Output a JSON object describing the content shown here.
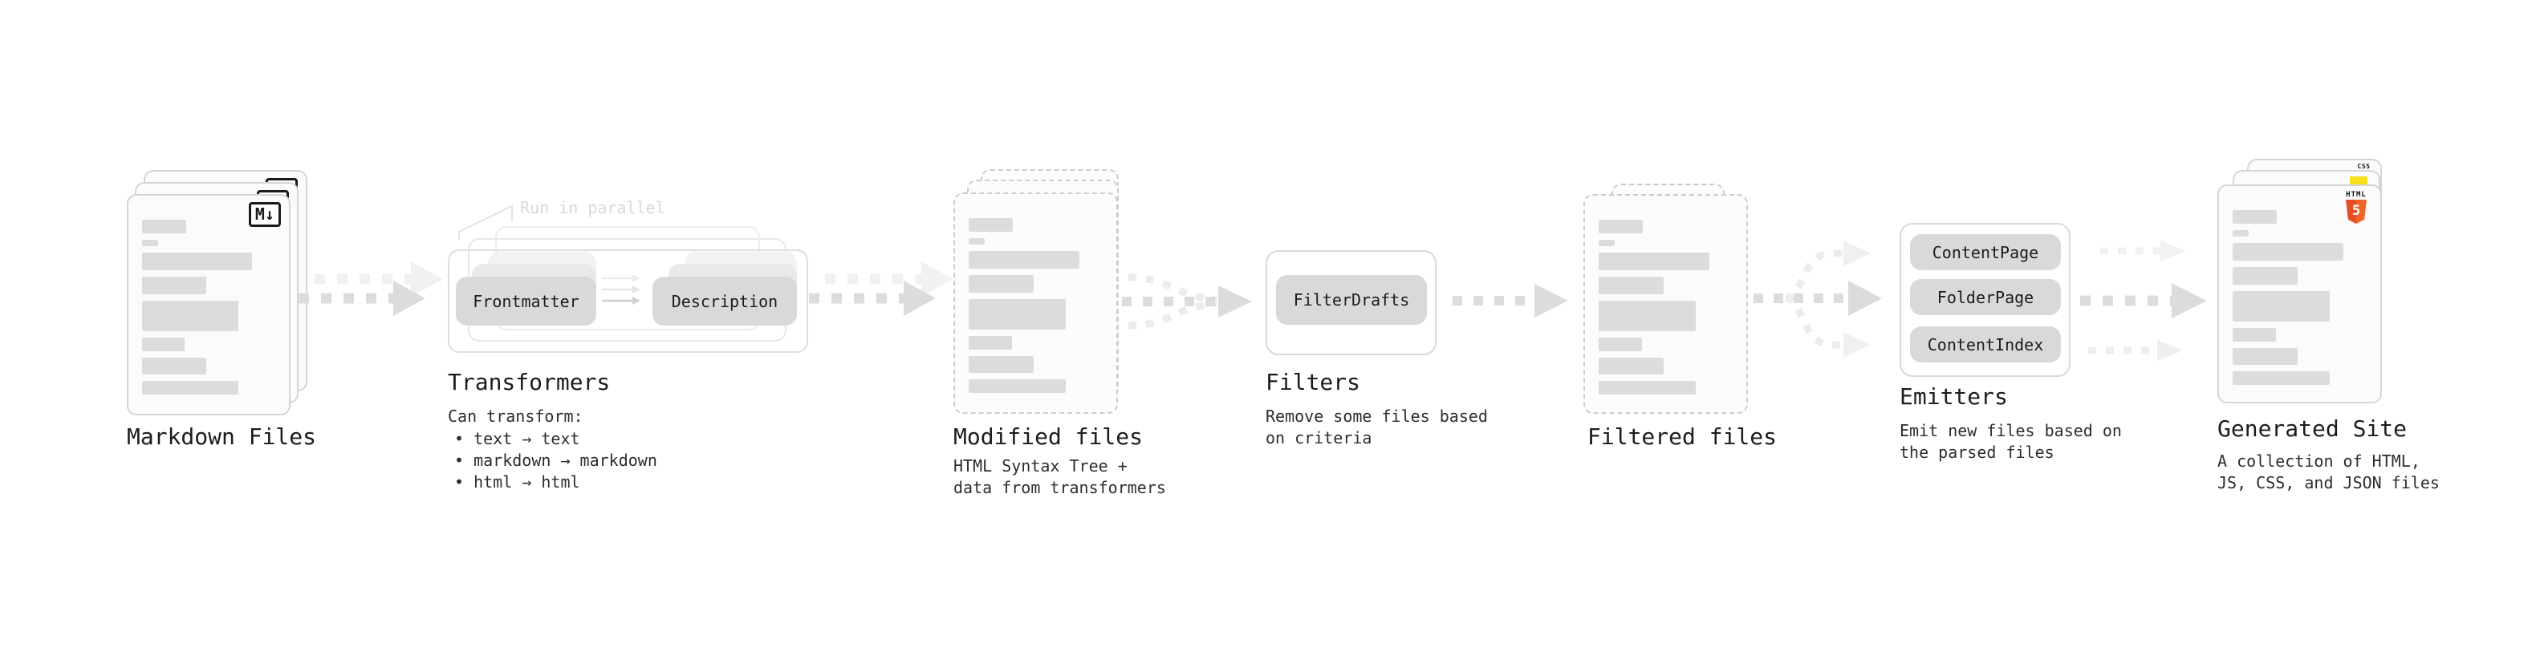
{
  "stages": {
    "markdown_files": {
      "label": "Markdown Files",
      "badge": "M↓"
    },
    "transformers": {
      "label": "Transformers",
      "parallel_note": "Run in parallel",
      "pill_left": "Frontmatter",
      "pill_right": "Description",
      "desc_title": "Can transform:",
      "items": [
        "• text → text",
        "• markdown → markdown",
        "• html → html"
      ]
    },
    "modified_files": {
      "label": "Modified files",
      "desc_lines": [
        "HTML Syntax Tree +",
        "data from transformers"
      ]
    },
    "filters": {
      "label": "Filters",
      "pill": "FilterDrafts",
      "desc_lines": [
        "Remove some files based",
        "on criteria"
      ]
    },
    "filtered_files": {
      "label": "Filtered files"
    },
    "emitters": {
      "label": "Emitters",
      "pills": [
        "ContentPage",
        "FolderPage",
        "ContentIndex"
      ],
      "desc_lines": [
        "Emit new files based on",
        "the parsed files"
      ]
    },
    "generated_site": {
      "label": "Generated Site",
      "desc_lines": [
        "A collection of HTML,",
        "JS, CSS, and JSON files"
      ],
      "badges": {
        "css": "CSS",
        "html": "HTML",
        "html_number": "5"
      }
    }
  },
  "colors": {
    "pill_bg": "#d9d9d9",
    "card_bg": "#fbfbfb",
    "placeholder_line": "#dcdcdc",
    "arrow_dark": "#dcdcdc",
    "arrow_light": "#f1f1f1",
    "html5_orange": "#e44d26",
    "js_yellow": "#f7df1e",
    "css_blue": "#2965f1"
  }
}
